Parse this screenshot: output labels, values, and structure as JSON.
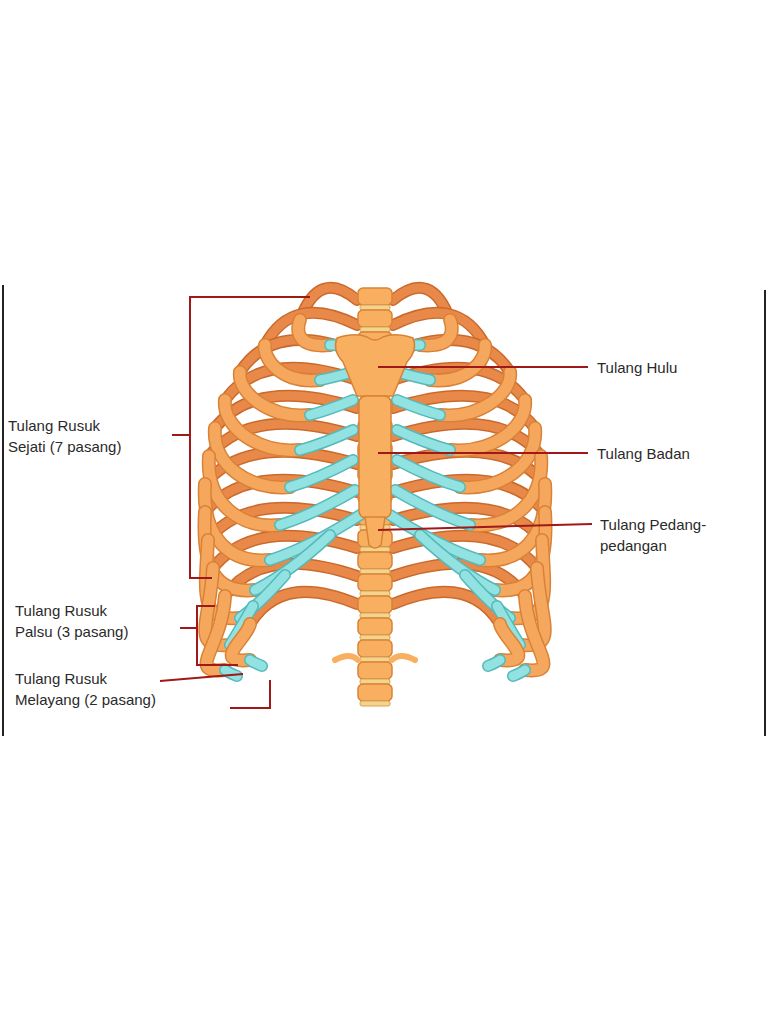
{
  "diagram": {
    "labels": [
      "Tulang Hulu",
      "Tulang Rusuk Sejati (7 pasang)",
      "Tulang Badan",
      "Tulang Pedang-pedangan",
      "Tulang Rusuk Palsu (3 pasang)",
      "Tulang Rusuk Melayang (2 pasang)"
    ]
  }
}
